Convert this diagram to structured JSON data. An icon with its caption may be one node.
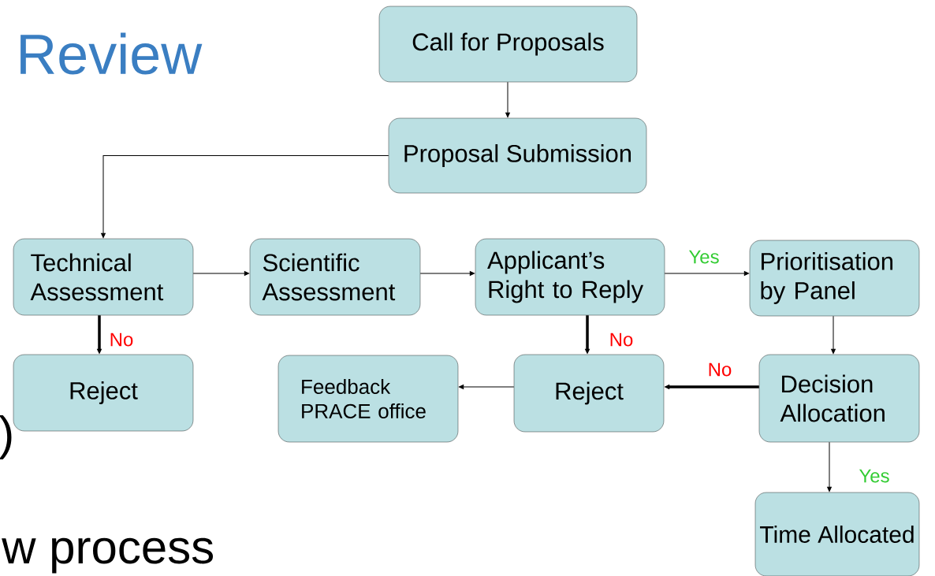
{
  "diagram": {
    "title": "Review",
    "nodes": [
      {
        "text": [
          "Call for Proposals"
        ]
      },
      {
        "text": [
          "Proposal Submission"
        ]
      },
      {
        "text": [
          "Technical Assessment"
        ]
      },
      {
        "text": [
          "Scientific Assessment"
        ]
      },
      {
        "text": [
          "Applicant’s Right to Reply"
        ]
      },
      {
        "text": [
          "Prioritisation by Panel"
        ]
      },
      {
        "text": [
          "Reject"
        ]
      },
      {
        "text": [
          "Feedback PRACE office"
        ]
      },
      {
        "text": [
          "Reject"
        ]
      },
      {
        "text": [
          "Decision Allocation"
        ]
      },
      {
        "text": [
          "Time Allocated"
        ]
      }
    ],
    "edges": [
      {
        "from": 0,
        "to": 1,
        "arrow": "to"
      },
      {
        "from": 1,
        "to": 2,
        "arrow": "to"
      },
      {
        "from": 2,
        "to": 3,
        "arrow": "to"
      },
      {
        "from": 3,
        "to": 4,
        "arrow": "to"
      },
      {
        "from": 4,
        "to": 5,
        "arrow": "to",
        "label": "Yes"
      },
      {
        "from": 2,
        "to": 6,
        "arrow": "to",
        "label": "No",
        "style": "thick"
      },
      {
        "from": 4,
        "to": 8,
        "arrow": "to",
        "label": "No",
        "style": "thick"
      },
      {
        "from": 8,
        "to": 7,
        "arrow": "to"
      },
      {
        "from": 9,
        "to": 8,
        "arrow": "to",
        "label": "No",
        "style": "thick"
      },
      {
        "from": 5,
        "to": 9,
        "arrow": "to"
      },
      {
        "from": 9,
        "to": 10,
        "arrow": "to",
        "label": "Yes"
      }
    ],
    "labels": [
      ")",
      "w process"
    ]
  }
}
